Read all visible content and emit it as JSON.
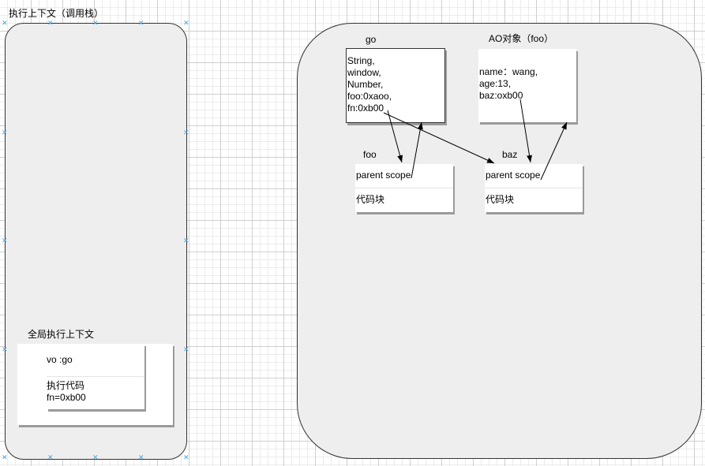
{
  "stack": {
    "title": "执行上下文（调用栈）",
    "global": {
      "title": "全局执行上下文",
      "vo": "vo :go",
      "code_line1": "执行代码",
      "code_line2": "fn=0xb00"
    }
  },
  "heap": {
    "go": {
      "title": "go",
      "content": "String,\nwindow,\nNumber,\nfoo:0xaoo,\nfn:0xb00"
    },
    "ao": {
      "title": "AO对象（foo）",
      "content": "name：wang,\nage:13,\nbaz:oxb00"
    },
    "foo": {
      "title": "foo",
      "scope": "parent scope",
      "code": "代码块"
    },
    "baz": {
      "title": "baz",
      "scope": "parent scope",
      "code": "代码块"
    }
  },
  "colors": {
    "container_fill": "#eeeeee",
    "selection_handle": "#4aa3df"
  }
}
